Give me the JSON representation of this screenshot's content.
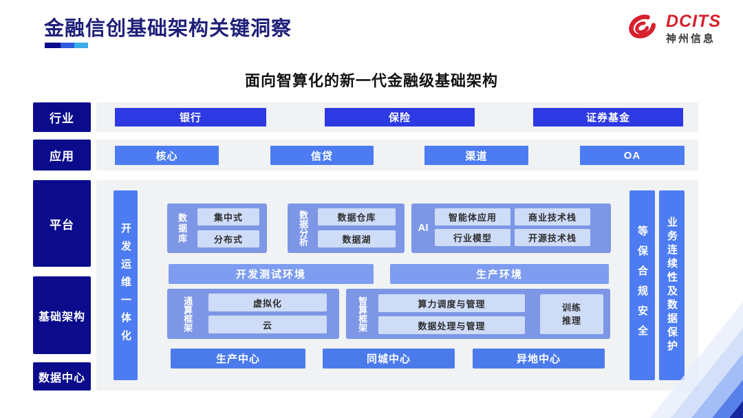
{
  "header": {
    "title": "金融信创基础架构关键洞察",
    "logo_brand": "DCITS",
    "logo_company": "神州信息"
  },
  "diagram": {
    "subtitle": "面向智算化的新一代金融级基础架构",
    "row_labels": [
      "行业",
      "应用",
      "平台",
      "基础架构",
      "数据中心"
    ],
    "industry_items": [
      "银行",
      "保险",
      "证券基金"
    ],
    "application_items": [
      "核心",
      "信贷",
      "渠道",
      "OA"
    ],
    "devops_bar": "开发运维一体化",
    "security_bar": "等保合规安全",
    "continuity_bar": "业务连续性及数据保护",
    "database_group": {
      "label": "数据库",
      "items": [
        "集中式",
        "分布式"
      ]
    },
    "analytics_group": {
      "label": "数据分析",
      "items": [
        "数据仓库",
        "数据湖"
      ]
    },
    "ai_group": {
      "label": "AI",
      "items": [
        "智能体应用",
        "商业技术栈",
        "行业模型",
        "开源技术栈"
      ]
    },
    "environments": [
      "开发测试环境",
      "生产环境"
    ],
    "general_compute_group": {
      "label": "通算框架",
      "items": [
        "虚拟化",
        "云"
      ]
    },
    "intelligent_compute_group": {
      "label": "智算框架",
      "items": [
        "算力调度与管理",
        "数据处理与管理"
      ],
      "side_item": "训练\n推理"
    },
    "centers": [
      "生产中心",
      "同城中心",
      "异地中心"
    ]
  },
  "palette": {
    "title_navy": "#1E1F78",
    "label_navy": "#0B0B8C",
    "industry_blue": "#2D39E2",
    "application_blue": "#4D7CF2",
    "group_blue": "#7D97E6",
    "cell_light_blue": "#CEDCF8",
    "environment_blue": "#7E9DF1",
    "center_blue": "#4B7BEB",
    "panel_gray": "#F1F2F4",
    "brand_red": "#D6202D",
    "accent_gradient": [
      "#0A0A8A",
      "#2E5BE0",
      "#38ADE8"
    ]
  }
}
